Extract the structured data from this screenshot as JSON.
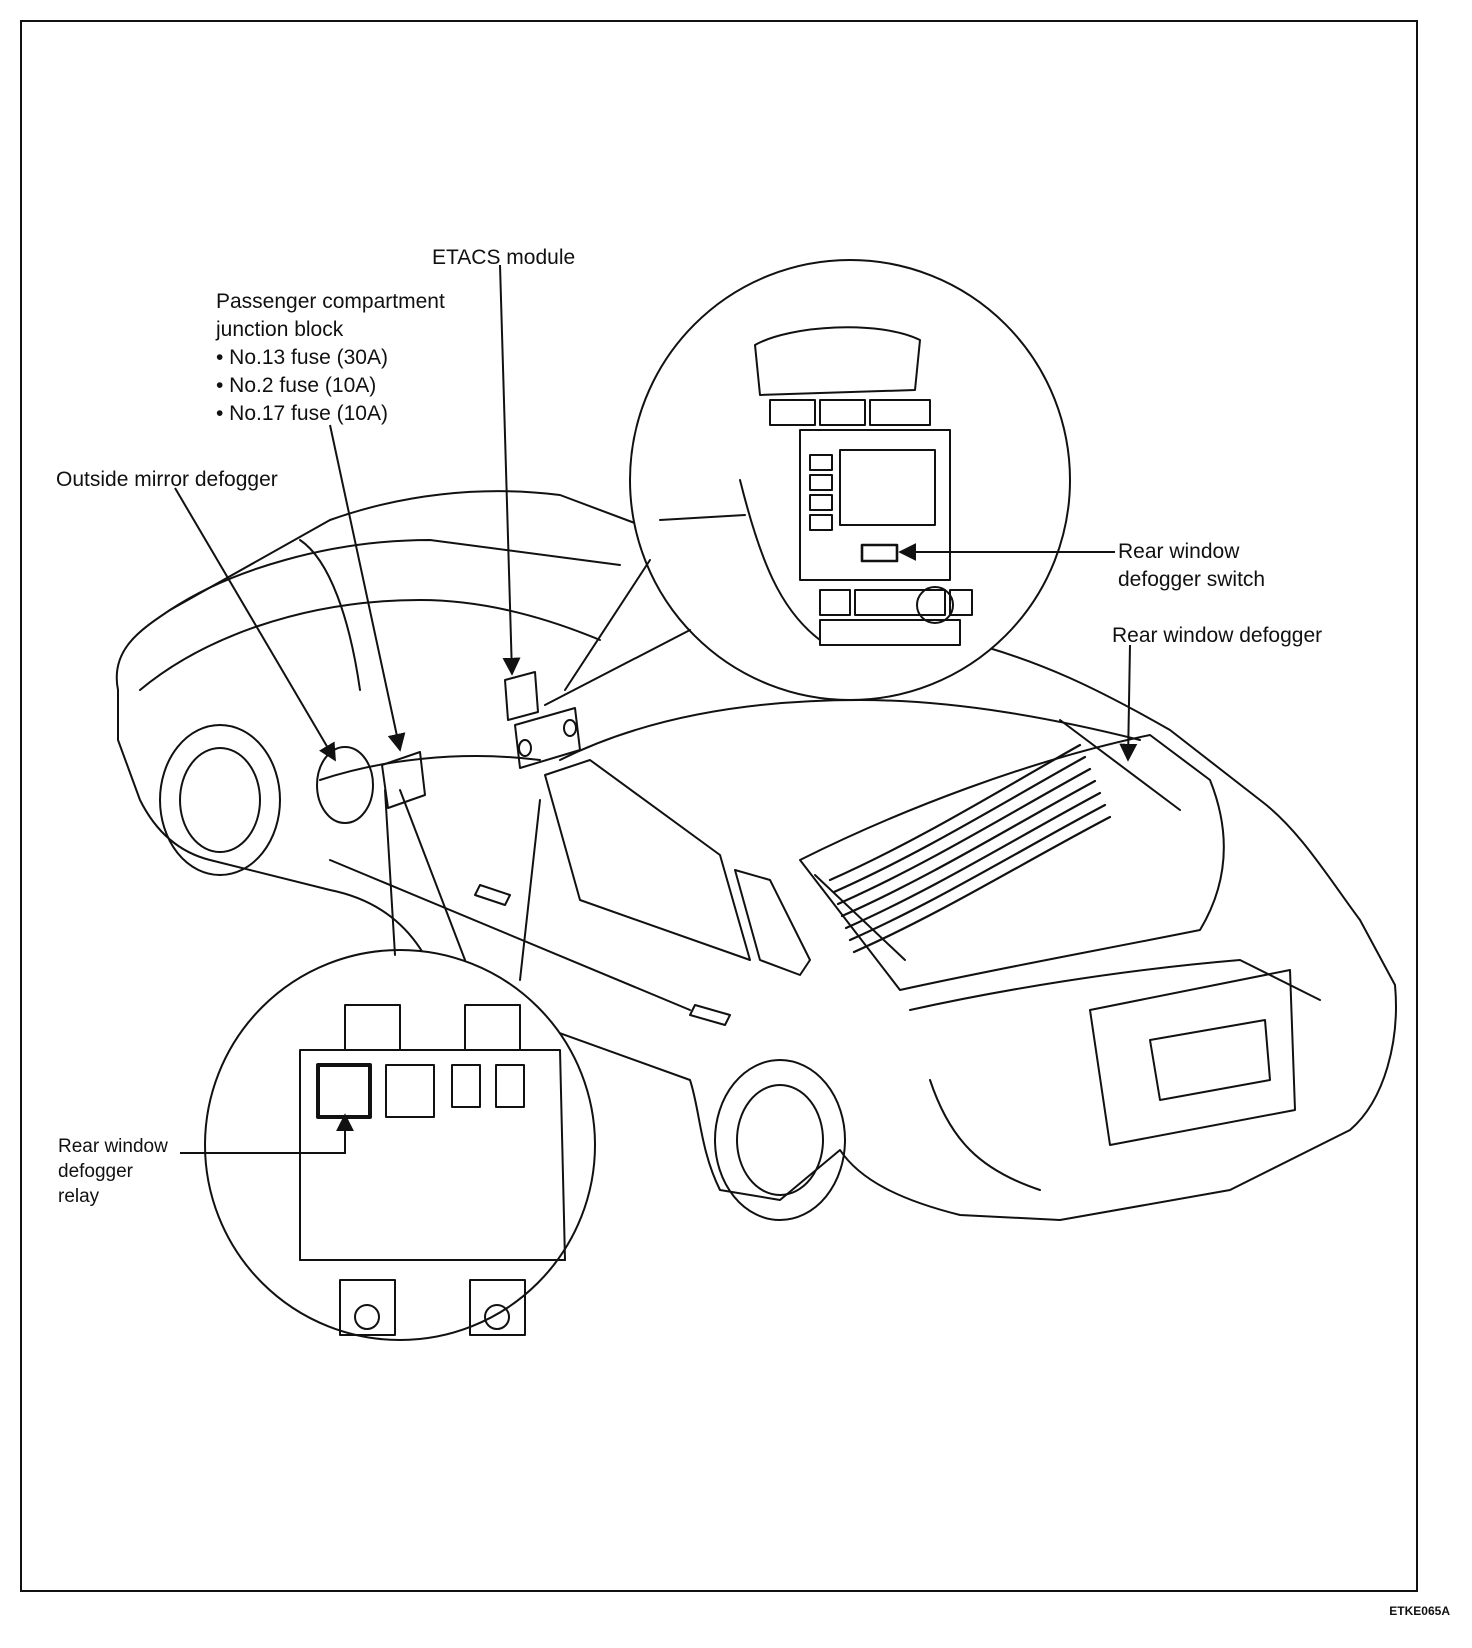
{
  "diagram": {
    "labels": {
      "etacs_module": "ETACS module",
      "junction_block": {
        "lines": [
          "Passenger compartment",
          "junction block",
          "• No.13 fuse (30A)",
          "• No.2 fuse (10A)",
          "• No.17 fuse (10A)"
        ]
      },
      "outside_mirror_defogger": "Outside mirror defogger",
      "rear_window_defogger_switch": {
        "lines": [
          "Rear window",
          "defogger switch"
        ]
      },
      "rear_window_defogger": "Rear window defogger",
      "rear_window_defogger_relay": {
        "lines": [
          "Rear window",
          "defogger",
          "relay"
        ]
      }
    },
    "figure_code": "ETKE065A"
  }
}
